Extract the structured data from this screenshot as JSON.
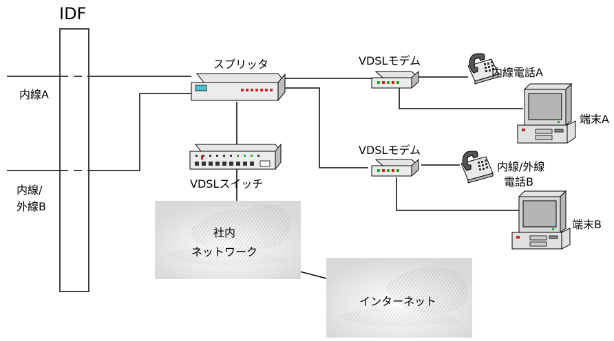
{
  "idf_label": "IDF",
  "lines": {
    "line_a": "内線A",
    "line_b_1": "内線/",
    "line_b_2": "外線B"
  },
  "splitter_label": "スプリッタ",
  "switch_label": "VDSLスイッチ",
  "modem_a_label": "VDSLモデム",
  "modem_b_label": "VDSLモデム",
  "phone_a_label": "内線電話A",
  "phone_b_label_1": "内線/外線",
  "phone_b_label_2": "電話B",
  "terminal_a_label": "端末A",
  "terminal_b_label": "端末B",
  "intranet_label_1": "社内",
  "intranet_label_2": "ネットワーク",
  "internet_label": "インターネット"
}
